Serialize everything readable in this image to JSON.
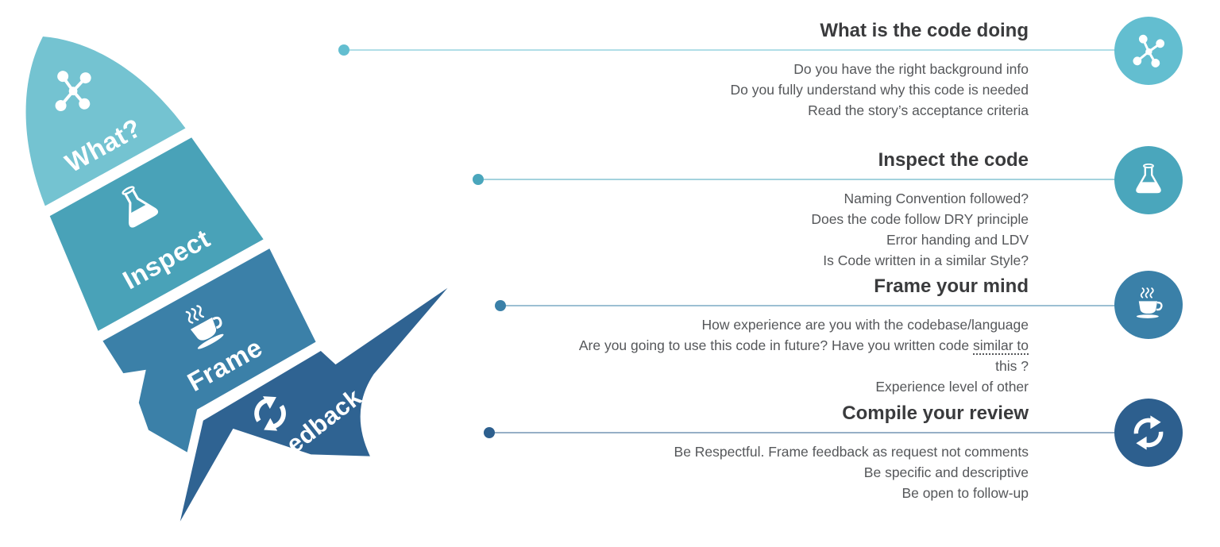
{
  "rocket": {
    "segments": [
      {
        "label": "What?",
        "icon": "molecule-icon",
        "color": "#74c3d1"
      },
      {
        "label": "Inspect",
        "icon": "flask-icon",
        "color": "#49a2b8"
      },
      {
        "label": "Frame",
        "icon": "coffee-icon",
        "color": "#3b80a8"
      },
      {
        "label": "Feedback",
        "icon": "refresh-icon",
        "color": "#2f6392"
      }
    ]
  },
  "sections": [
    {
      "title": "What is the code doing",
      "color": "#63bed0",
      "icon": "molecule-icon",
      "lines": [
        {
          "text": "Do you have the right background info"
        },
        {
          "text": "Do you fully understand why this code is needed"
        },
        {
          "text": "Read the story’s acceptance criteria"
        }
      ]
    },
    {
      "title": "Inspect the code",
      "color": "#4aa6bc",
      "icon": "flask-icon",
      "lines": [
        {
          "text": "Naming Convention followed?"
        },
        {
          "text": "Does the code follow DRY principle"
        },
        {
          "text": "Error handing and LDV"
        },
        {
          "text": "Is Code written in a similar Style?"
        }
      ]
    },
    {
      "title": "Frame your mind",
      "color": "#3a80a8",
      "icon": "coffee-icon",
      "lines": [
        {
          "text": "How experience are you with the codebase/language"
        },
        {
          "pre": "Are you going to use this code in future? Have you written code ",
          "underlined": "similar to"
        },
        {
          "text": "this ?"
        },
        {
          "text": "Experience level of other"
        }
      ]
    },
    {
      "title": "Compile your review",
      "color": "#2d5f8e",
      "icon": "refresh-icon",
      "lines": [
        {
          "text": "Be Respectful. Frame feedback as request not comments"
        },
        {
          "text": "Be specific and descriptive"
        },
        {
          "text": "Be open to follow-up"
        }
      ]
    }
  ]
}
